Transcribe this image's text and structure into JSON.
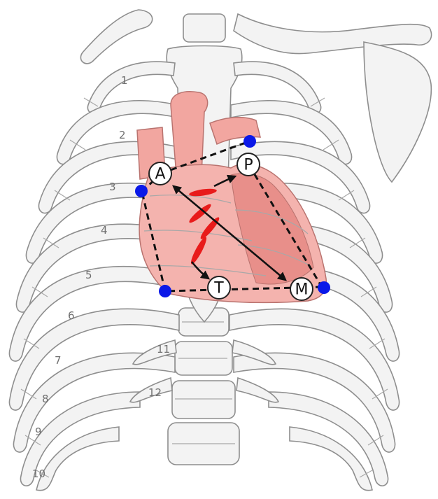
{
  "rib_labels": [
    "1",
    "2",
    "3",
    "4",
    "5",
    "6",
    "7",
    "8",
    "9",
    "10",
    "11",
    "12"
  ],
  "points": {
    "aortic": "A",
    "pulmonic": "P",
    "tricuspid": "T",
    "mitral": "M"
  },
  "colors": {
    "heart": "#f4b3ae",
    "heart_dark": "#e88f8a",
    "landmark_dots": "#0a18e8",
    "red_marks": "#e81b1b",
    "bone": "#f3f3f3"
  }
}
